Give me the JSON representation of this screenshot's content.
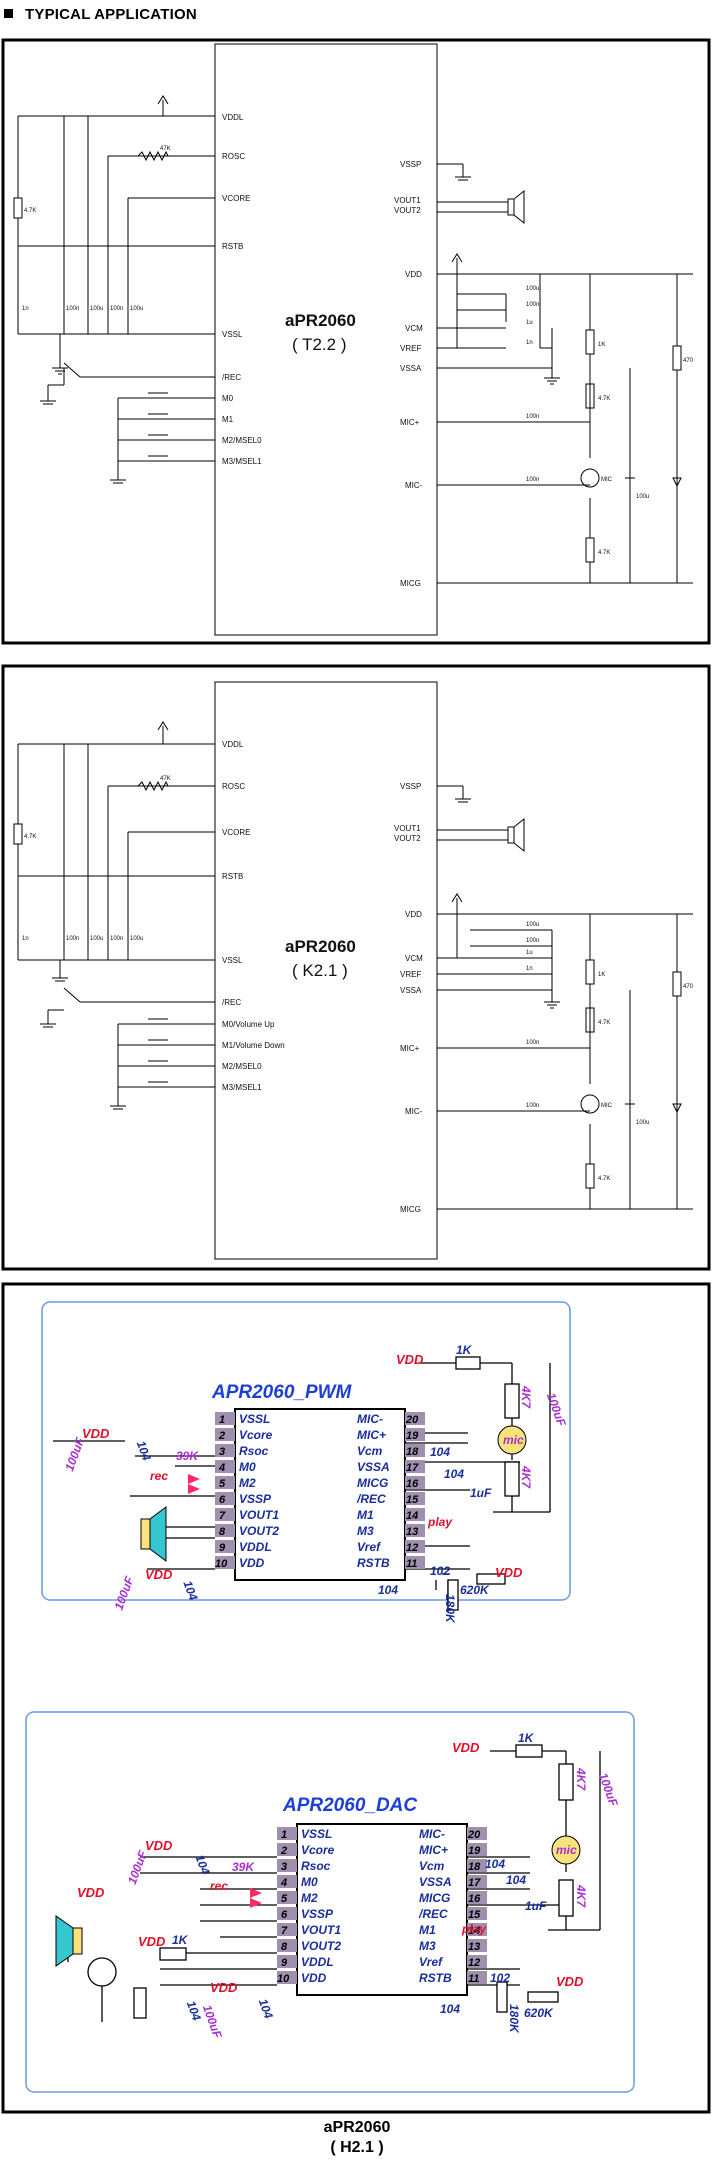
{
  "heading": "TYPICAL APPLICATION",
  "s1": {
    "chip_name": "aPR2060",
    "chip_variant": "( T2.2 )",
    "left_pins": [
      "VDDL",
      "ROSC",
      "VCORE",
      "RSTB",
      "VSSL",
      "/REC",
      "M0",
      "M1",
      "M2/MSEL0",
      "M3/MSEL1"
    ],
    "right_pins": [
      "VSSP",
      "VOUT1",
      "VOUT2",
      "VDD",
      "VCM",
      "VREF",
      "VSSA",
      "MIC+",
      "MIC-",
      "MICG"
    ],
    "values": {
      "rosc": "47K",
      "pullup": "4.7K",
      "c1": "1n",
      "c2": "100n",
      "c3": "100u",
      "c4": "100n",
      "c5": "100u",
      "vdd_c1": "100u",
      "vdd_c2": "100n",
      "vcm": "1u",
      "vref": "1n",
      "micp": "100n",
      "micm": "100n",
      "r1": "1K",
      "r2": "4.7K",
      "r3": "4.7K",
      "r4": "470",
      "c6": "100u",
      "mic": "MIC"
    }
  },
  "s2": {
    "chip_name": "aPR2060",
    "chip_variant": "( K2.1 )",
    "left_pins": [
      "VDDL",
      "ROSC",
      "VCORE",
      "RSTB",
      "VSSL",
      "/REC",
      "M0/Volume Up",
      "M1/Volume Down",
      "M2/MSEL0",
      "M3/MSEL1"
    ],
    "right_pins": [
      "VSSP",
      "VOUT1",
      "VOUT2",
      "VDD",
      "VCM",
      "VREF",
      "VSSA",
      "MIC+",
      "MIC-",
      "MICG"
    ],
    "values": {
      "rosc": "47K",
      "pullup": "4.7K",
      "c1": "1n",
      "c2": "100n",
      "c3": "100u",
      "c4": "100n",
      "c5": "100u",
      "vdd_c1": "100u",
      "vdd_c2": "100n",
      "vcm": "1u",
      "vref": "1n",
      "micp": "100n",
      "micm": "100n",
      "r1": "1K",
      "r2": "4.7K",
      "r3": "4.7K",
      "r4": "470",
      "c6": "100u",
      "mic": "MIC"
    }
  },
  "s3": {
    "pwm_title": "APR2060_PWM",
    "dac_title": "APR2060_DAC",
    "left_pins": [
      "VSSL",
      "Vcore",
      "Rsoc",
      "M0",
      "M2",
      "VSSP",
      "VOUT1",
      "VOUT2",
      "VDDL",
      "VDD"
    ],
    "right_pins": [
      "MIC-",
      "MIC+",
      "Vcm",
      "VSSA",
      "MICG",
      "/REC",
      "M1",
      "M3",
      "Vref",
      "RSTB"
    ],
    "left_nums": [
      "1",
      "2",
      "3",
      "4",
      "5",
      "6",
      "7",
      "8",
      "9",
      "10"
    ],
    "right_nums": [
      "20",
      "19",
      "18",
      "17",
      "16",
      "15",
      "14",
      "13",
      "12",
      "11"
    ],
    "vdd": "VDD",
    "r1k": "1K",
    "r4k7": "4K7",
    "c100uf": "100uF",
    "c104": "104",
    "c1uf": "1uF",
    "mic": "mic",
    "r39k": "39K",
    "rec": "rec",
    "play": "play",
    "c102": "102",
    "r620k": "620K",
    "r180k": "180K",
    "caption_name": "aPR2060",
    "caption_variant": "( H2.1 )"
  }
}
